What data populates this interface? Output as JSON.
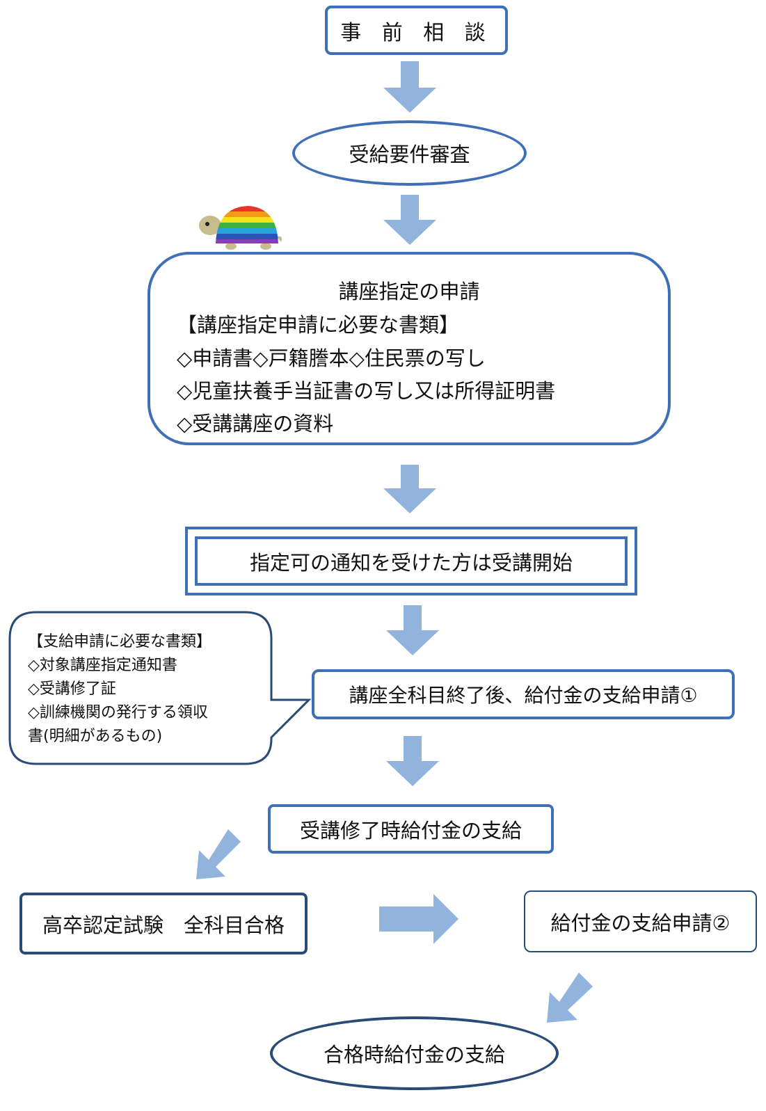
{
  "colors": {
    "box_border": "#3f6fb6",
    "box_border_dark": "#2a4a78",
    "arrow": "#91b3dc"
  },
  "steps": {
    "consultation": "事 前 相 談",
    "eligibility_review": "受給要件審査",
    "course_designation": {
      "title": "講座指定の申請",
      "lines": [
        "【講座指定申請に必要な書類】",
        "◇申請書◇戸籍謄本◇住民票の写し",
        "◇児童扶養手当証書の写し又は所得証明書",
        "◇受講講座の資料"
      ]
    },
    "start_course": "指定可の通知を受けた方は受講開始",
    "payment_application_1": "講座全科目終了後、給付金の支給申請①",
    "completion_payment": "受講修了時給付金の支給",
    "exam_pass": "高卒認定試験　全科目合格",
    "payment_application_2": "給付金の支給申請②",
    "pass_payment": "合格時給付金の支給"
  },
  "callout": {
    "lines": [
      "【支給申請に必要な書類】",
      "◇対象講座指定通知書",
      "◇受講修了証",
      "◇訓練機関の発行する領収",
      "書(明細があるもの)"
    ]
  },
  "mascot": "rainbow-turtle-icon"
}
